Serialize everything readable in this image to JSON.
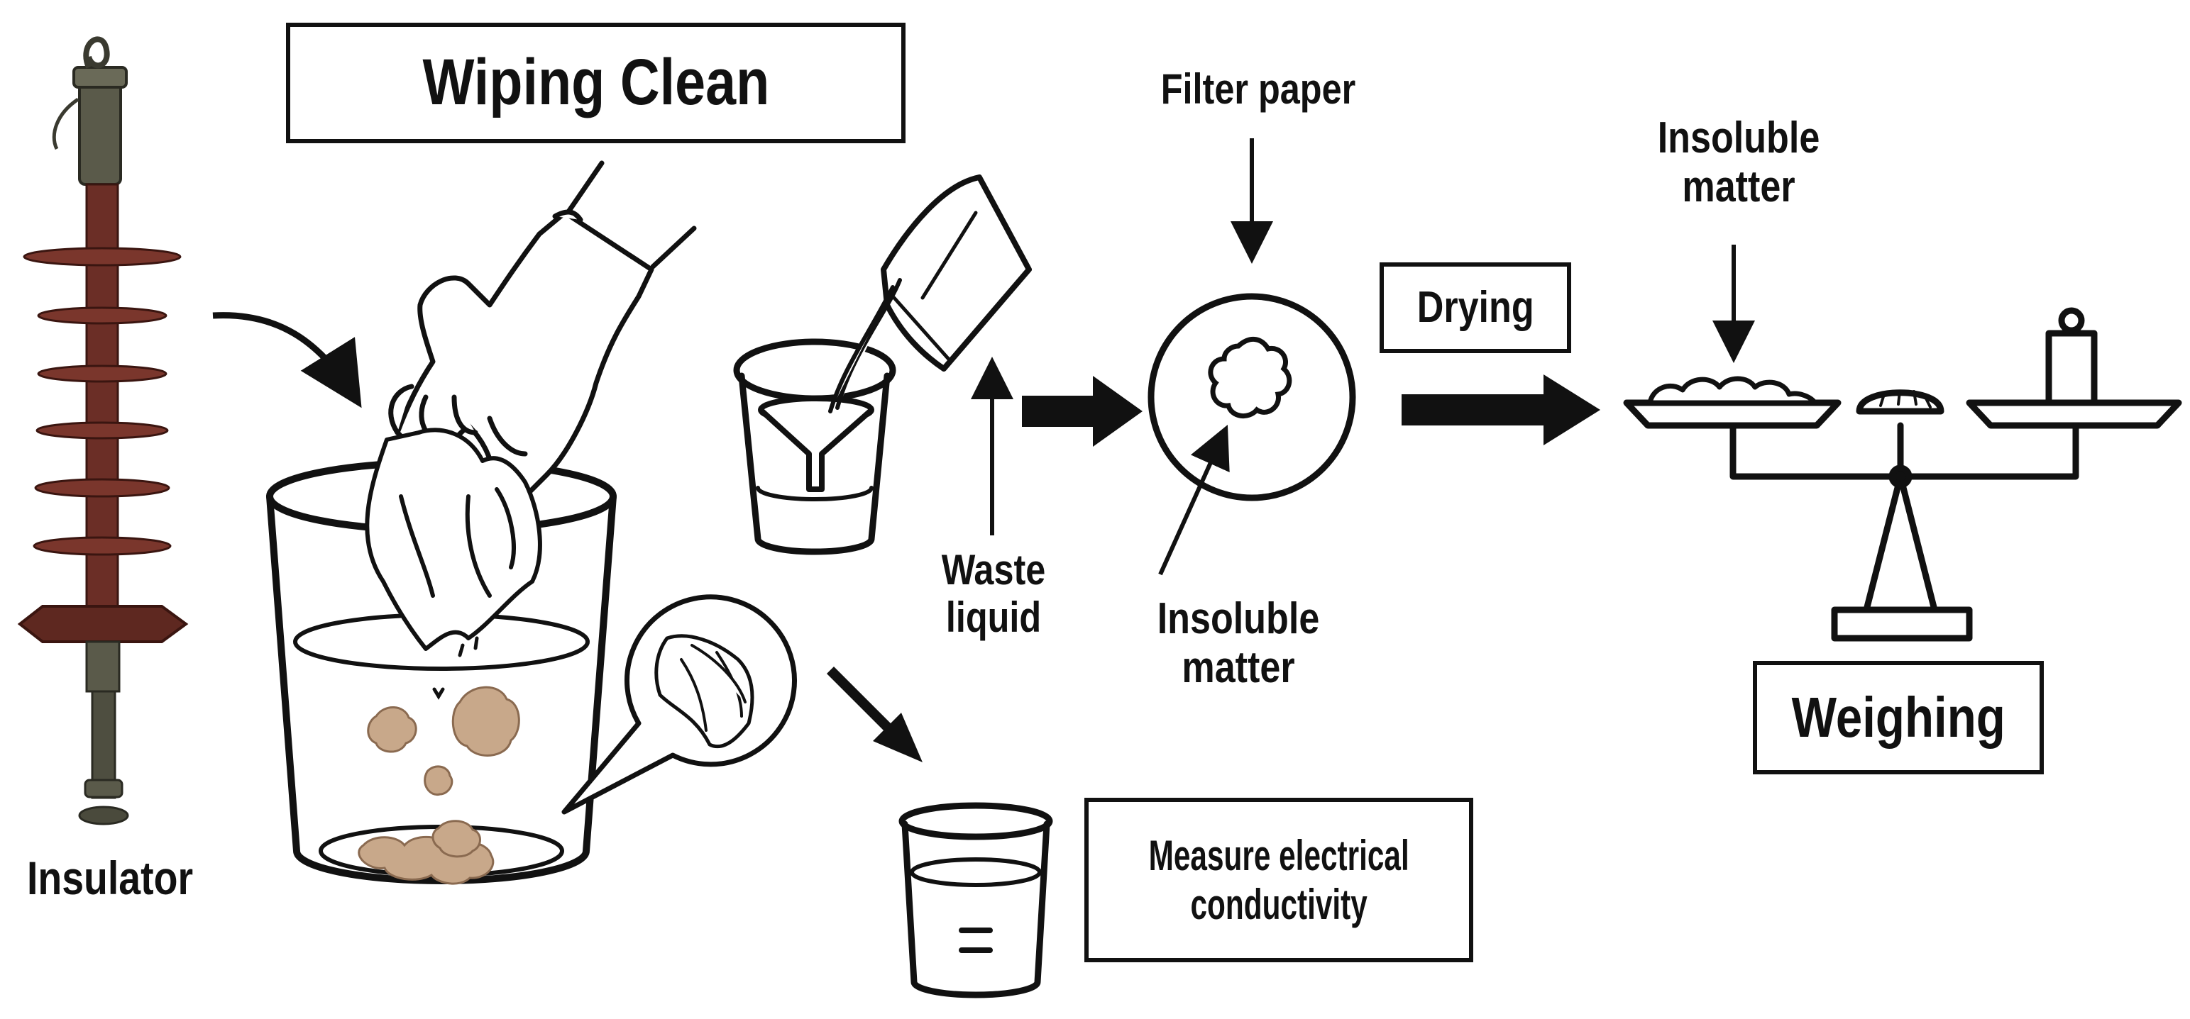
{
  "labels": {
    "insulator": "Insulator",
    "wiping_clean": "Wiping Clean",
    "filter_paper": "Filter paper",
    "waste_liquid_line1": "Waste",
    "waste_liquid_line2": "liquid",
    "insoluble_filter_line1": "Insoluble",
    "insoluble_filter_line2": "matter",
    "drying": "Drying",
    "insoluble_scale_line1": "Insoluble",
    "insoluble_scale_line2": "matter",
    "weighing": "Weighing",
    "measure_line1": "Measure electrical",
    "measure_line2": "conductivity"
  },
  "colors": {
    "ink": "#111111",
    "insulator_body": "#6b2e26",
    "insulator_fitting": "#5a5a4a",
    "sediment": "#c8a88a",
    "sediment_edge": "#8a6a50"
  }
}
